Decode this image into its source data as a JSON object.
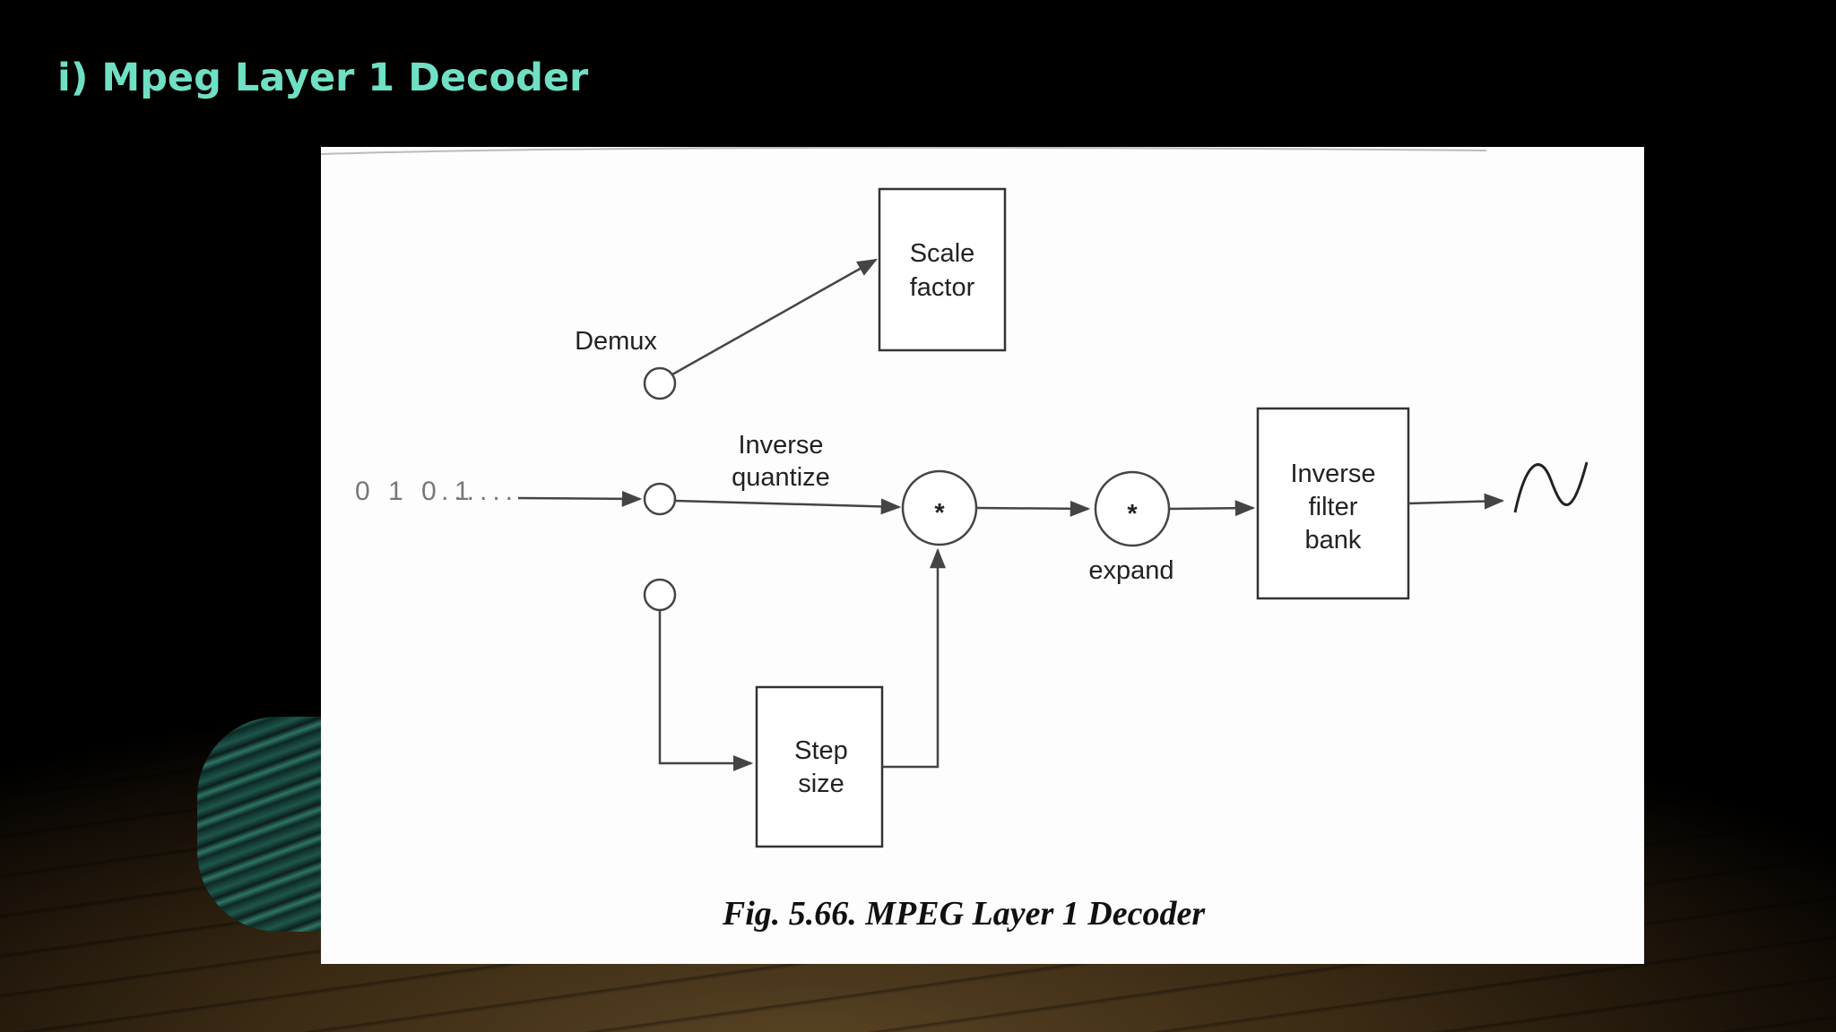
{
  "slide": {
    "title": "i) Mpeg Layer 1 Decoder",
    "title_color": "#6fe0c4",
    "background": "#000000"
  },
  "diagram": {
    "blocks": {
      "scale_factor": [
        "Scale",
        "factor"
      ],
      "step_size": [
        "Step",
        "size"
      ],
      "inverse_filter_bank": [
        "Inverse",
        "filter",
        "bank"
      ]
    },
    "labels": {
      "demux": "Demux",
      "inverse_quantize": [
        "Inverse",
        "quantize"
      ],
      "expand": "expand",
      "input_bits": "0 1 0 1",
      "input_dots": "......",
      "multiplier_symbol": "*"
    },
    "output_icon": "sine-wave-icon",
    "caption": "Fig. 5.66. MPEG Layer 1 Decoder"
  }
}
